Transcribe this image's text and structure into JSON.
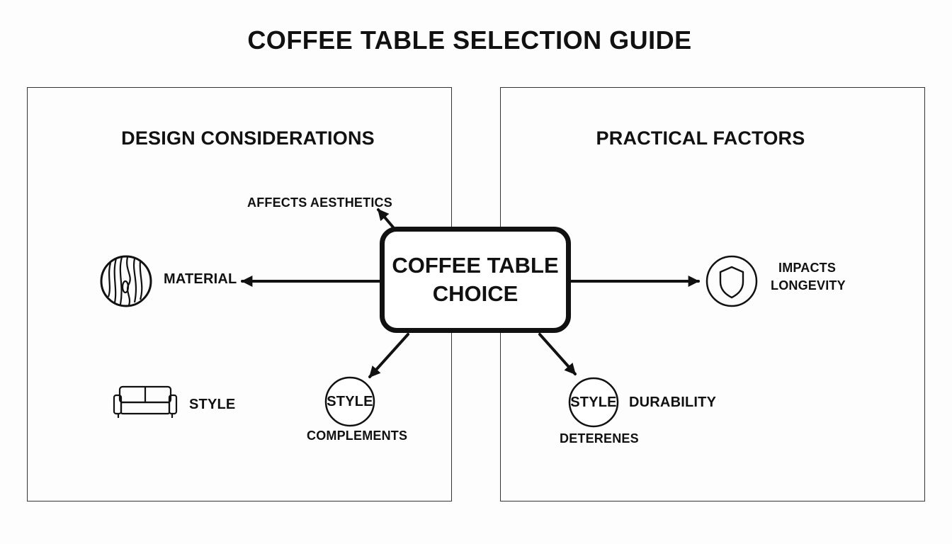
{
  "title": "COFFEE TABLE SELECTION GUIDE",
  "panels": {
    "left": {
      "title": "DESIGN CONSIDERATIONS"
    },
    "right": {
      "title": "PRACTICAL FACTORS"
    }
  },
  "center": {
    "line1": "COFFEE TABLE",
    "line2": "CHOICE"
  },
  "labels": {
    "affects_aesthetics": "AFFECTS AESTHETICS",
    "material": "MATERIAL",
    "style_sofa": "STYLE",
    "style_circle_left": "STYLE",
    "complements": "COMPLEMENTS",
    "impacts": "IMPACTS",
    "longevity": "LONGEVITY",
    "style_circle_right": "STYLE",
    "durability": "DURABILITY",
    "deterenes": "DETERENES"
  },
  "icons": {
    "material": "wood-grain-icon",
    "style": "sofa-icon",
    "longevity": "shield-icon"
  },
  "colors": {
    "ink": "#111111",
    "border": "#333333",
    "background": "#fdfdfd"
  }
}
